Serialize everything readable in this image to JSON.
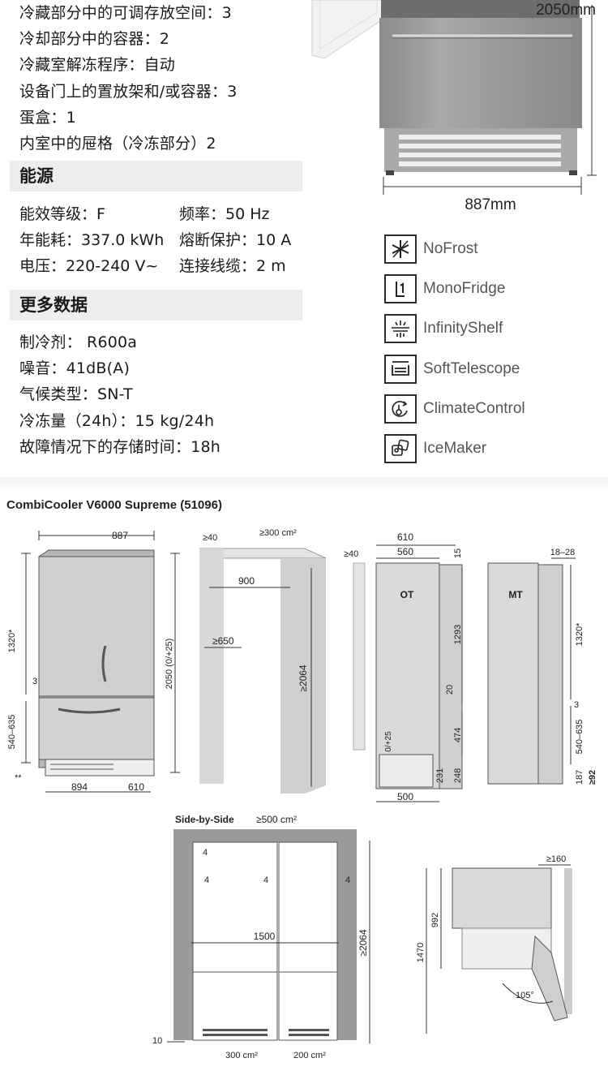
{
  "specs_top": [
    "冷藏部分中的可调存放空间：3",
    "冷却部分中的容器：2",
    "冷藏室解冻程序：自动",
    "设备门上的置放架和/或容器：3",
    "蛋盒：1",
    "内室中的屉格（冷冻部分）2"
  ],
  "energy": {
    "heading": "能源",
    "rows": [
      [
        "能效等级：F",
        "频率：50 Hz"
      ],
      [
        "年能耗：337.0 kWh",
        "熔断保护：10 A"
      ],
      [
        "电压：220-240 V~",
        "连接线缆：2 m"
      ]
    ]
  },
  "more": {
    "heading": "更多数据",
    "items": [
      "制冷剂： R600a",
      "噪音：41dB(A)",
      "气候类型：SN-T",
      "冷冻量（24h）：15 kg/24h",
      "故障情况下的存储时间：18h"
    ]
  },
  "product_dims": {
    "height": "2050mm",
    "width": "887mm"
  },
  "features": [
    {
      "label": "NoFrost",
      "icon": "snowflake-icon"
    },
    {
      "label": "MonoFridge",
      "icon": "monofridge-icon"
    },
    {
      "label": "InfinityShelf",
      "icon": "shelf-light-icon"
    },
    {
      "label": "SoftTelescope",
      "icon": "telescope-drawer-icon"
    },
    {
      "label": "ClimateControl",
      "icon": "climate-icon"
    },
    {
      "label": "IceMaker",
      "icon": "icemaker-icon"
    }
  ],
  "model_title": "CombiCooler V6000 Supreme (51096)",
  "diagram1": {
    "w_top": "887",
    "h_upper": "1320*",
    "gap": "3",
    "h_lower": "540–635",
    "star": "**",
    "h_total": "2050 (0/+25)",
    "w_bottom": "894",
    "d_bottom": "610"
  },
  "diagram2": {
    "depth": "≥40",
    "vent": "≥300 cm²",
    "w": "900",
    "d": "≥650",
    "h": "≥2064"
  },
  "diagram3": {
    "left_gap": "≥40",
    "w_total": "610",
    "w_inner": "560",
    "top": "15",
    "label": "OT",
    "h1": "1293",
    "h2": "20",
    "h3": "474",
    "tol": "0/+25",
    "h4": "231",
    "h5": "248",
    "w_bottom": "500"
  },
  "diagram4": {
    "range": "18–28",
    "label": "MT",
    "h_upper": "1320*",
    "gap": "3",
    "h_lower": "540–635",
    "b1": "187",
    "b2": "≥92"
  },
  "diagram5": {
    "title": "Side-by-Side",
    "vent_top": "≥500 cm²",
    "gap_top": "4",
    "gap_left": "4",
    "gap_mid": "4",
    "gap_right": "4",
    "width": "1500",
    "height": "≥2064",
    "bottom": "10",
    "vent_l": "300 cm²",
    "vent_r": "200 cm²"
  },
  "diagram6": {
    "clear": "≥160",
    "h_total": "1470",
    "h_drawer": "992",
    "angle": "105°"
  }
}
